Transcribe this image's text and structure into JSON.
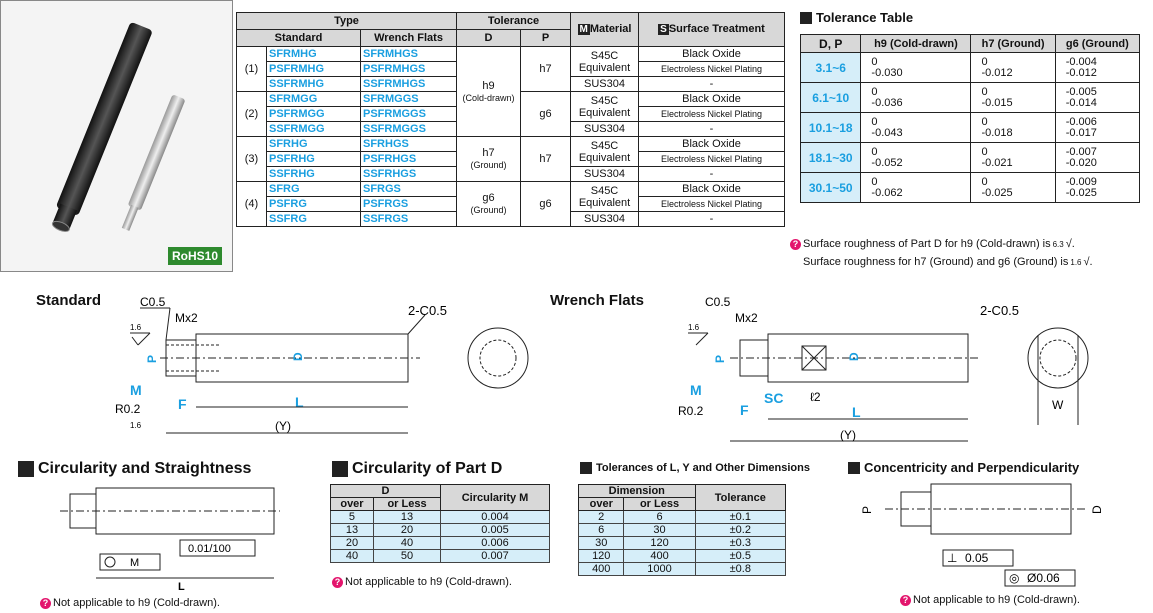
{
  "product": {
    "rohs_badge": "RoHS10"
  },
  "main_table": {
    "headers": {
      "type": "Type",
      "standard": "Standard",
      "wrench_flats": "Wrench Flats",
      "tolerance": "Tolerance",
      "d": "D",
      "p": "P",
      "material": "Material",
      "material_icon": "M",
      "surface": "Surface Treatment",
      "surface_icon": "S"
    },
    "groups": [
      {
        "num": "(1)",
        "d_tol": "h9",
        "d_sub": "(Cold-drawn)",
        "p_tol": "h7",
        "rows": [
          {
            "std": "SFRMHG",
            "wf": "SFRMHGS",
            "mat": "S45C",
            "mat2": "Equivalent",
            "surf": "Black Oxide"
          },
          {
            "std": "PSFRMHG",
            "wf": "PSFRMHGS",
            "surf": "Electroless Nickel Plating"
          },
          {
            "std": "SSFRMHG",
            "wf": "SSFRMHGS",
            "mat": "SUS304",
            "surf": "-"
          }
        ]
      },
      {
        "num": "(2)",
        "p_tol": "g6",
        "rows": [
          {
            "std": "SFRMGG",
            "wf": "SFRMGGS",
            "mat": "S45C",
            "mat2": "Equivalent",
            "surf": "Black Oxide"
          },
          {
            "std": "PSFRMGG",
            "wf": "PSFRMGGS",
            "surf": "Electroless Nickel Plating"
          },
          {
            "std": "SSFRMGG",
            "wf": "SSFRMGGS",
            "mat": "SUS304",
            "surf": "-"
          }
        ]
      },
      {
        "num": "(3)",
        "d_tol": "h7",
        "d_sub": "(Ground)",
        "p_tol": "h7",
        "rows": [
          {
            "std": "SFRHG",
            "wf": "SFRHGS",
            "mat": "S45C",
            "mat2": "Equivalent",
            "surf": "Black Oxide"
          },
          {
            "std": "PSFRHG",
            "wf": "PSFRHGS",
            "surf": "Electroless Nickel Plating"
          },
          {
            "std": "SSFRHG",
            "wf": "SSFRHGS",
            "mat": "SUS304",
            "surf": "-"
          }
        ]
      },
      {
        "num": "(4)",
        "d_tol": "g6",
        "d_sub": "(Ground)",
        "p_tol": "g6",
        "rows": [
          {
            "std": "SFRG",
            "wf": "SFRGS",
            "mat": "S45C",
            "mat2": "Equivalent",
            "surf": "Black Oxide"
          },
          {
            "std": "PSFRG",
            "wf": "PSFRGS",
            "surf": "Electroless Nickel Plating"
          },
          {
            "std": "SSFRG",
            "wf": "SSFRGS",
            "mat": "SUS304",
            "surf": "-"
          }
        ]
      }
    ]
  },
  "tolerance_table": {
    "title": "Tolerance Table",
    "headers": [
      "D, P",
      "h9 (Cold-drawn)",
      "h7 (Ground)",
      "g6 (Ground)"
    ],
    "rows": [
      {
        "range": "3.1~6",
        "h9": [
          "0",
          "-0.030"
        ],
        "h7": [
          "0",
          "-0.012"
        ],
        "g6": [
          "-0.004",
          "-0.012"
        ]
      },
      {
        "range": "6.1~10",
        "h9": [
          "0",
          "-0.036"
        ],
        "h7": [
          "0",
          "-0.015"
        ],
        "g6": [
          "-0.005",
          "-0.014"
        ]
      },
      {
        "range": "10.1~18",
        "h9": [
          "0",
          "-0.043"
        ],
        "h7": [
          "0",
          "-0.018"
        ],
        "g6": [
          "-0.006",
          "-0.017"
        ]
      },
      {
        "range": "18.1~30",
        "h9": [
          "0",
          "-0.052"
        ],
        "h7": [
          "0",
          "-0.021"
        ],
        "g6": [
          "-0.007",
          "-0.020"
        ]
      },
      {
        "range": "30.1~50",
        "h9": [
          "0",
          "-0.062"
        ],
        "h7": [
          "0",
          "-0.025"
        ],
        "g6": [
          "-0.009",
          "-0.025"
        ]
      }
    ]
  },
  "roughness_notes": {
    "line1": "Surface roughness of Part D for h9 (Cold-drawn) is",
    "val1": "6.3",
    "line2": "Surface roughness for h7 (Ground) and g6 (Ground) is",
    "val2": "1.6"
  },
  "drawings": {
    "standard_title": "Standard",
    "wrench_title": "Wrench Flats",
    "c05": "C0.5",
    "mx2": "Mx2",
    "two_c05": "2-C0.5",
    "rough": "1.6",
    "p": "P",
    "d": "D",
    "m": "M",
    "f": "F",
    "l": "L",
    "y": "(Y)",
    "r02": "R0.2",
    "sc": "SC",
    "l2": "ℓ2",
    "w": "W"
  },
  "circ_straight": {
    "title": "Circularity and Straightness",
    "m": "M",
    "straight": "0.01/100",
    "l": "L",
    "note": "Not applicable to h9 (Cold-drawn)."
  },
  "circ_d": {
    "title": "Circularity of Part D",
    "h_d": "D",
    "h_over": "over",
    "h_less": "or Less",
    "h_circ": "Circularity M",
    "rows": [
      [
        "5",
        "13",
        "0.004"
      ],
      [
        "13",
        "20",
        "0.005"
      ],
      [
        "20",
        "40",
        "0.006"
      ],
      [
        "40",
        "50",
        "0.007"
      ]
    ],
    "note": "Not applicable to h9 (Cold-drawn)."
  },
  "tol_dims": {
    "title": "Tolerances of L, Y and Other Dimensions",
    "h_dim": "Dimension",
    "h_over": "over",
    "h_less": "or Less",
    "h_tol": "Tolerance",
    "rows": [
      [
        "2",
        "6",
        "±0.1"
      ],
      [
        "6",
        "30",
        "±0.2"
      ],
      [
        "30",
        "120",
        "±0.3"
      ],
      [
        "120",
        "400",
        "±0.5"
      ],
      [
        "400",
        "1000",
        "±0.8"
      ]
    ]
  },
  "conc_perp": {
    "title": "Concentricity and Perpendicularity",
    "p": "P",
    "d": "D",
    "perp": "0.05",
    "conc": "Ø0.06",
    "note": "Not applicable to h9 (Cold-drawn)."
  }
}
